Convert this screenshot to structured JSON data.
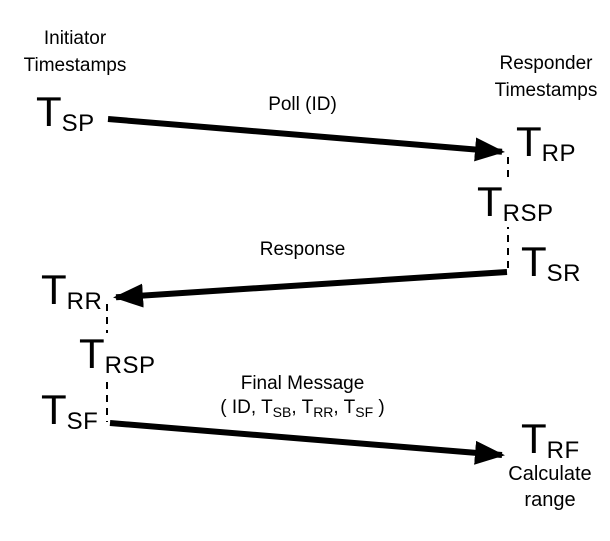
{
  "diagram": {
    "initiator_header": {
      "line1": "Initiator",
      "line2": "Timestamps"
    },
    "responder_header": {
      "line1": "Responder",
      "line2": "Timestamps"
    },
    "messages": {
      "poll": {
        "label": "Poll (ID)"
      },
      "response": {
        "label": "Response"
      },
      "final": {
        "label": "Final Message",
        "open": "( ID, ",
        "comma": ", ",
        "close": " )"
      }
    },
    "timestamps": {
      "tsp": {
        "main": "T",
        "sub": "SP"
      },
      "trp": {
        "main": "T",
        "sub": "RP"
      },
      "trsp_right": {
        "main": "T",
        "sub": "RSP"
      },
      "tsr": {
        "main": "T",
        "sub": "SR"
      },
      "trr": {
        "main": "T",
        "sub": "RR"
      },
      "trsp_left": {
        "main": "T",
        "sub": "RSP"
      },
      "tsf": {
        "main": "T",
        "sub": "SF"
      },
      "trf": {
        "main": "T",
        "sub": "RF"
      },
      "final_params": [
        {
          "main": "T",
          "sub": "SB"
        },
        {
          "main": "T",
          "sub": "RR"
        },
        {
          "main": "T",
          "sub": "SF"
        }
      ]
    },
    "calculate_range": {
      "line1": "Calculate",
      "line2": "range"
    },
    "colors": {
      "ink": "#000000",
      "background": "#ffffff"
    }
  }
}
